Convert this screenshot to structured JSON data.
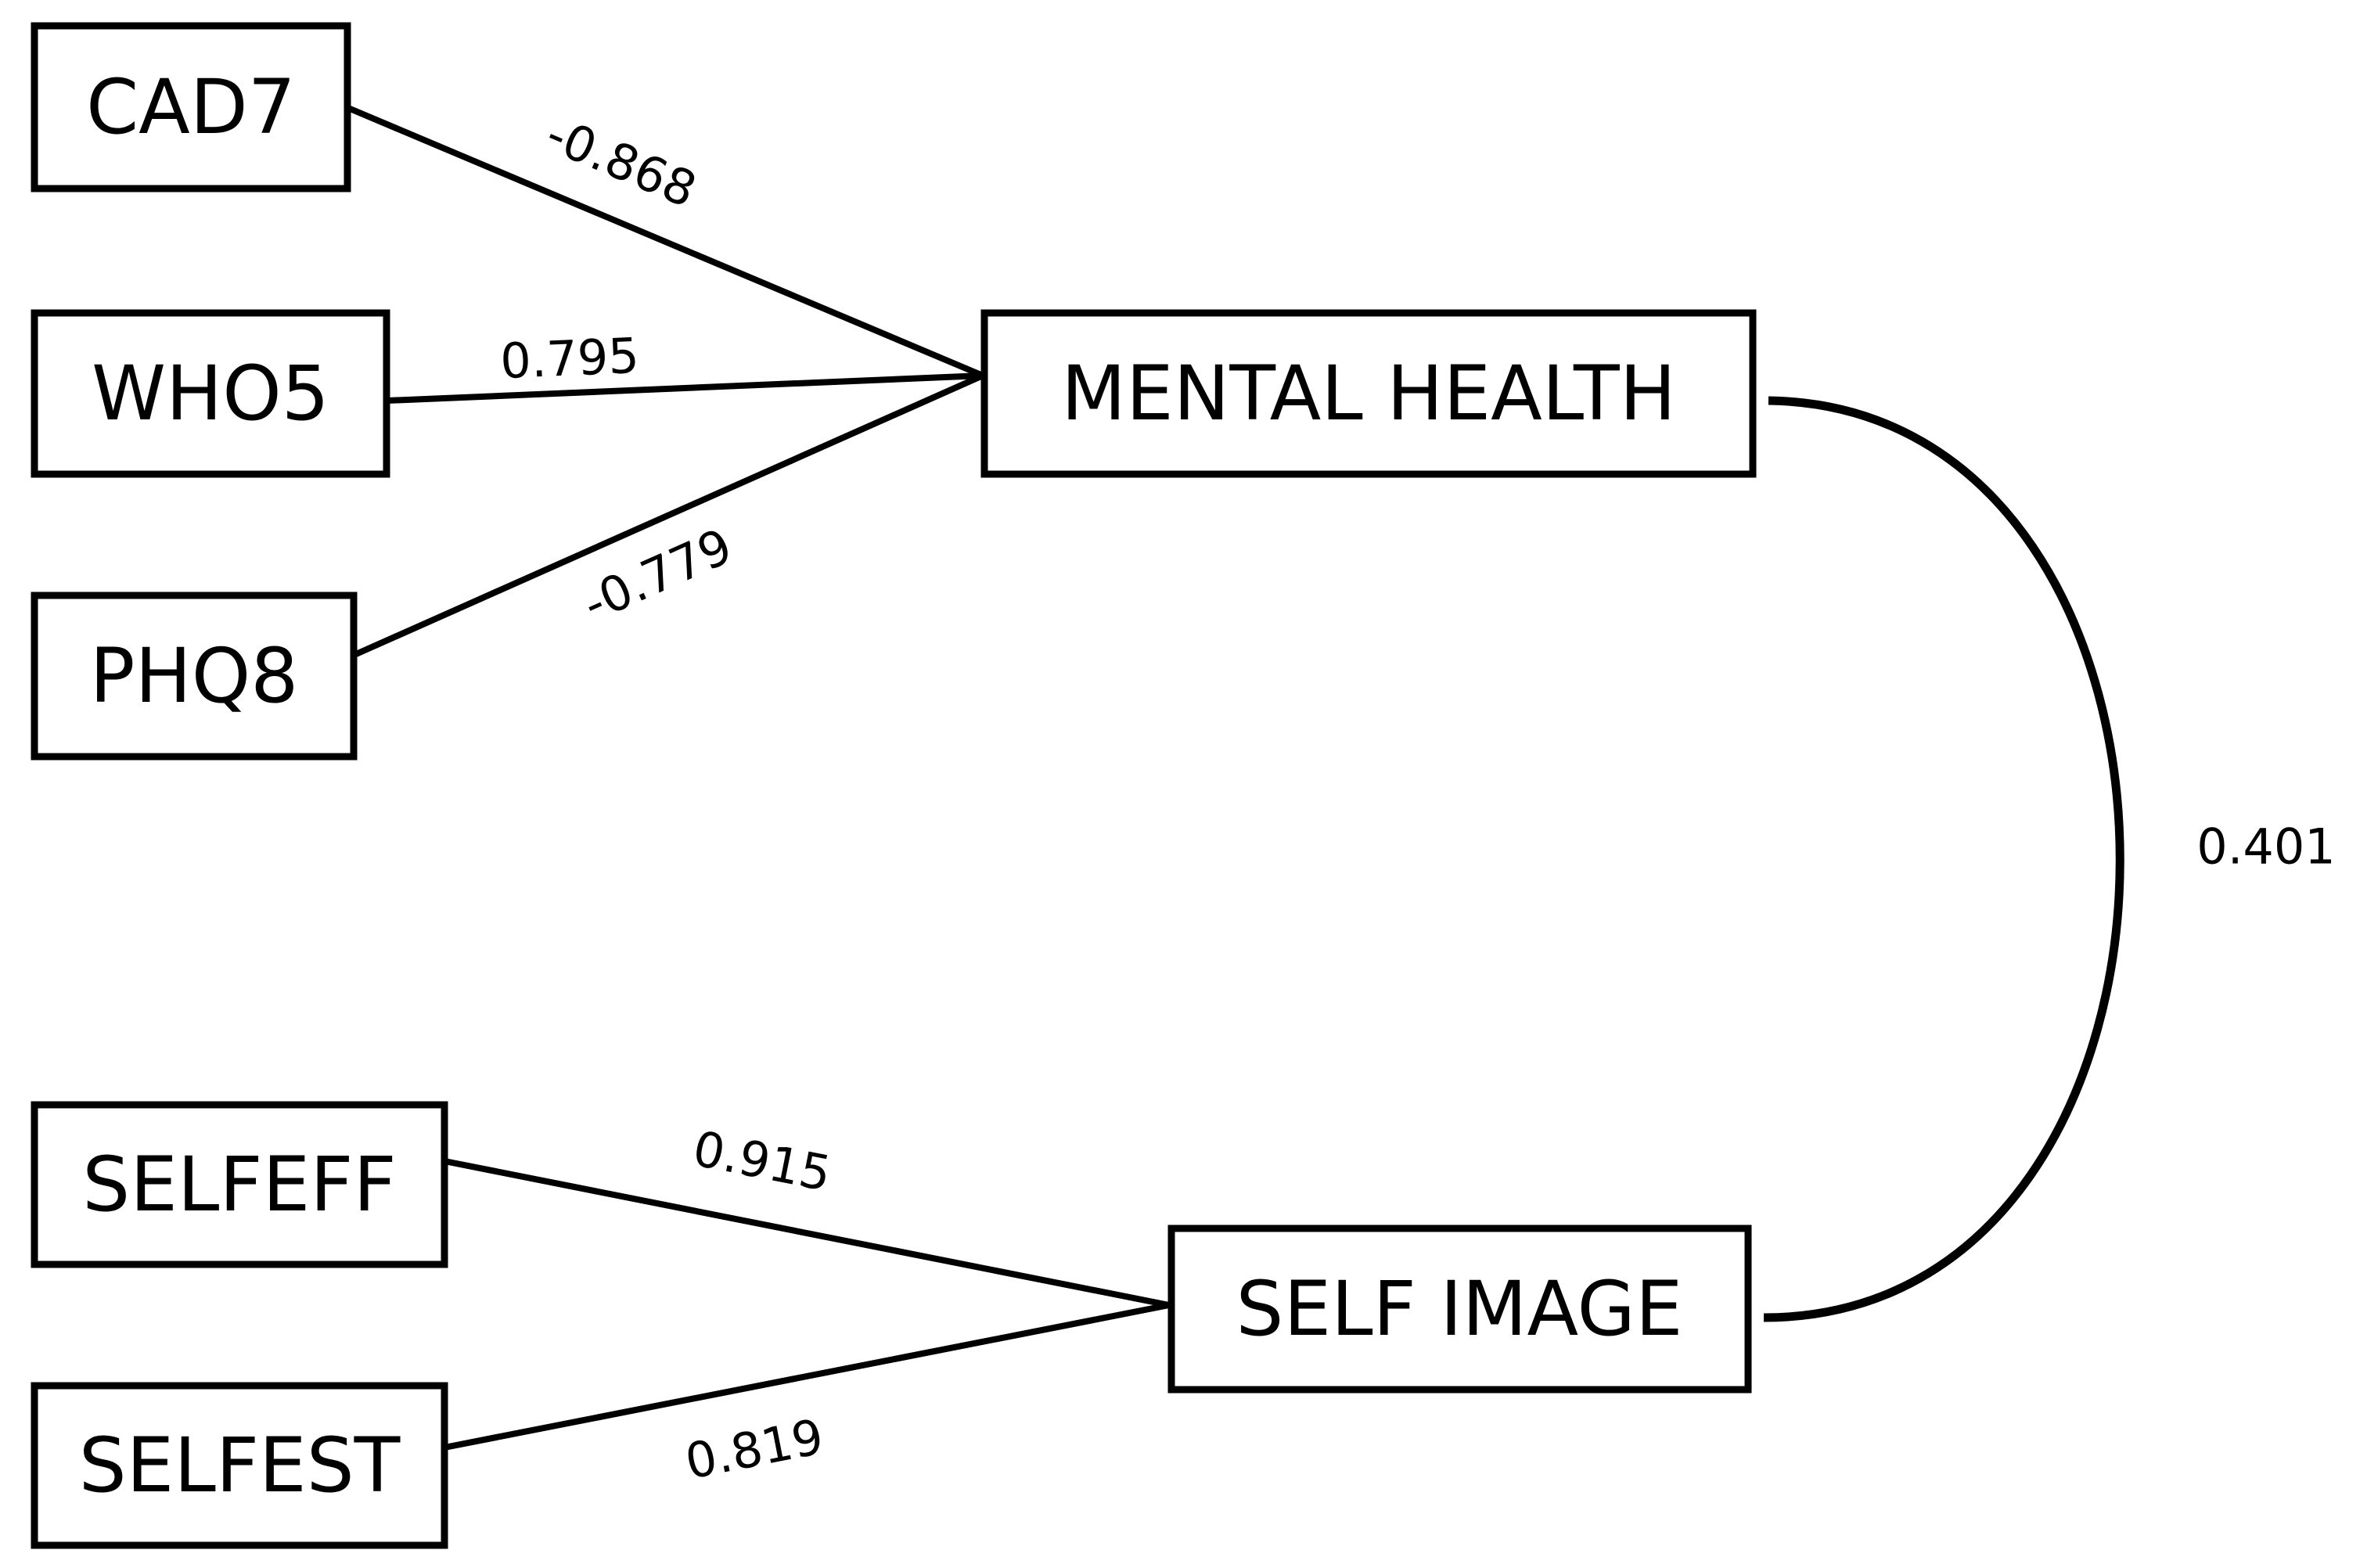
{
  "indicators": {
    "cad7": "CAD7",
    "who5": "WHO5",
    "phq8": "PHQ8",
    "selfeff": "SELFEFF",
    "selfest": "SELFEST"
  },
  "latents": {
    "mental_health": "MENTAL HEALTH",
    "self_image": "SELF IMAGE"
  },
  "loadings": {
    "cad7": "-0.868",
    "who5": "0.795",
    "phq8": "-0.779",
    "selfeff": "0.915",
    "selfest": "0.819"
  },
  "correlation": "0.401"
}
